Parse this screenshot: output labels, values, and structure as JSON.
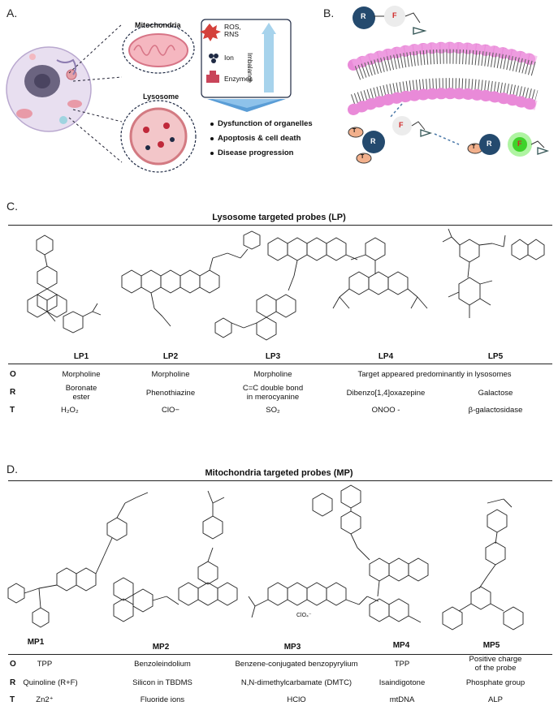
{
  "panelA": {
    "letter": "A.",
    "mito_label": "Mitochondria",
    "lyso_label": "Lysosome",
    "legend": {
      "ros": "ROS,\nRNS",
      "ros_line1": "ROS,",
      "ros_line2": "RNS",
      "ion": "Ion",
      "enzymes": "Enzymes",
      "imbalance": "Imbalance"
    },
    "bullets": [
      "Dysfunction of organelles",
      "Apoptosis & cell death",
      "Disease progression"
    ]
  },
  "panelB": {
    "letter": "B.",
    "r": "R",
    "f": "F",
    "t": "T"
  },
  "panelC": {
    "letter": "C.",
    "title": "Lysosome targeted probes (LP)",
    "probes": [
      "LP1",
      "LP2",
      "LP3",
      "LP4",
      "LP5"
    ],
    "rows": [
      {
        "key": "O",
        "cells": [
          "Morpholine",
          "Morpholine",
          "Morpholine"
        ],
        "span_text": "Target appeared predominantly in lysosomes"
      },
      {
        "key": "R",
        "cells": [
          "Boronate\nester",
          "Phenothiazine",
          "C=C double bond\nin merocyanine",
          "Dibenzo[1,4]oxazepine",
          "Galactose"
        ]
      },
      {
        "key": "T",
        "cells": [
          "H₂O₂",
          "ClO−",
          "SO₂",
          "ONOO -",
          "β-galactosidase"
        ]
      }
    ]
  },
  "panelD": {
    "letter": "D.",
    "title": "Mitochondria targeted probes (MP)",
    "probes": [
      "MP1",
      "MP2",
      "MP3",
      "MP4",
      "MP5"
    ],
    "rows": [
      {
        "key": "O",
        "cells": [
          "TPP",
          "Benzoleindolium",
          "Benzene-conjugated benzopyrylium",
          "TPP",
          "Positive charge\nof the probe"
        ]
      },
      {
        "key": "R",
        "cells": [
          "Quinoline (R+F)",
          "Silicon in TBDMS",
          "N,N-dimethylcarbamate (DMTC)",
          "Isaindigotone",
          "Phosphate group"
        ]
      },
      {
        "key": "T",
        "cells": [
          "Zn2⁺",
          "Fluoride ions",
          "HClO",
          "mtDNA",
          "ALP"
        ]
      }
    ],
    "mp3_counterion": "ClO₄⁻"
  }
}
